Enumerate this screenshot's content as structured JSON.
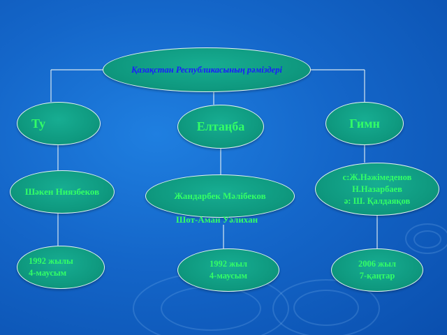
{
  "root": {
    "label": "Қазақстан Республикасының рәміздері"
  },
  "branches": [
    {
      "label": "Ту"
    },
    {
      "label": "Елтаңба"
    },
    {
      "label": "Гимн"
    }
  ],
  "authors": {
    "flag": "Шәкен Ниязбеков",
    "emblem_1": "Жандарбек Мәлібеков",
    "emblem_2": "Шот-Аман Уәлихан",
    "anthem_lines": [
      "с:Ж.Нәжімеденов",
      "Н.Назарбаев",
      "ә: Ш. Қалдаяқов"
    ]
  },
  "dates": {
    "flag": [
      "1992 жылы",
      "4-маусым"
    ],
    "emblem": [
      "1992 жыл",
      "4-маусым"
    ],
    "anthem": [
      "2006 жыл",
      "7-қаңтар"
    ]
  },
  "colors": {
    "background": "#1466c9",
    "node_fill": "#0f9a80",
    "text_green": "#33ff66",
    "title_blue": "#1a1aff",
    "connector": "#d8e8f0"
  }
}
